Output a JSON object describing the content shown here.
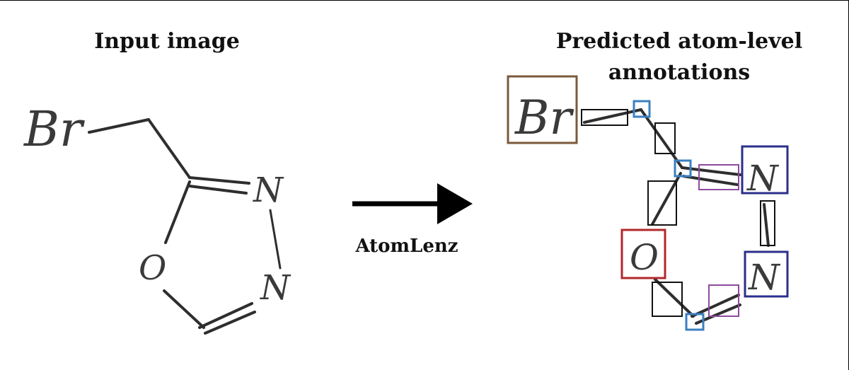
{
  "titles": {
    "input": "Input image",
    "predicted": "Predicted atom-level annotations"
  },
  "arrow_caption": "AtomLenz",
  "molecule_atoms": {
    "br": "Br",
    "n1": "N",
    "n2": "N",
    "o": "O"
  },
  "colors": {
    "carbon_box": "#3b7fc0",
    "bond_box": "#111111",
    "double_bond_box": "#8e4a9e",
    "br_box": "#7a5a3a",
    "n_box": "#2b2f8a",
    "o_box": "#b2282c"
  }
}
